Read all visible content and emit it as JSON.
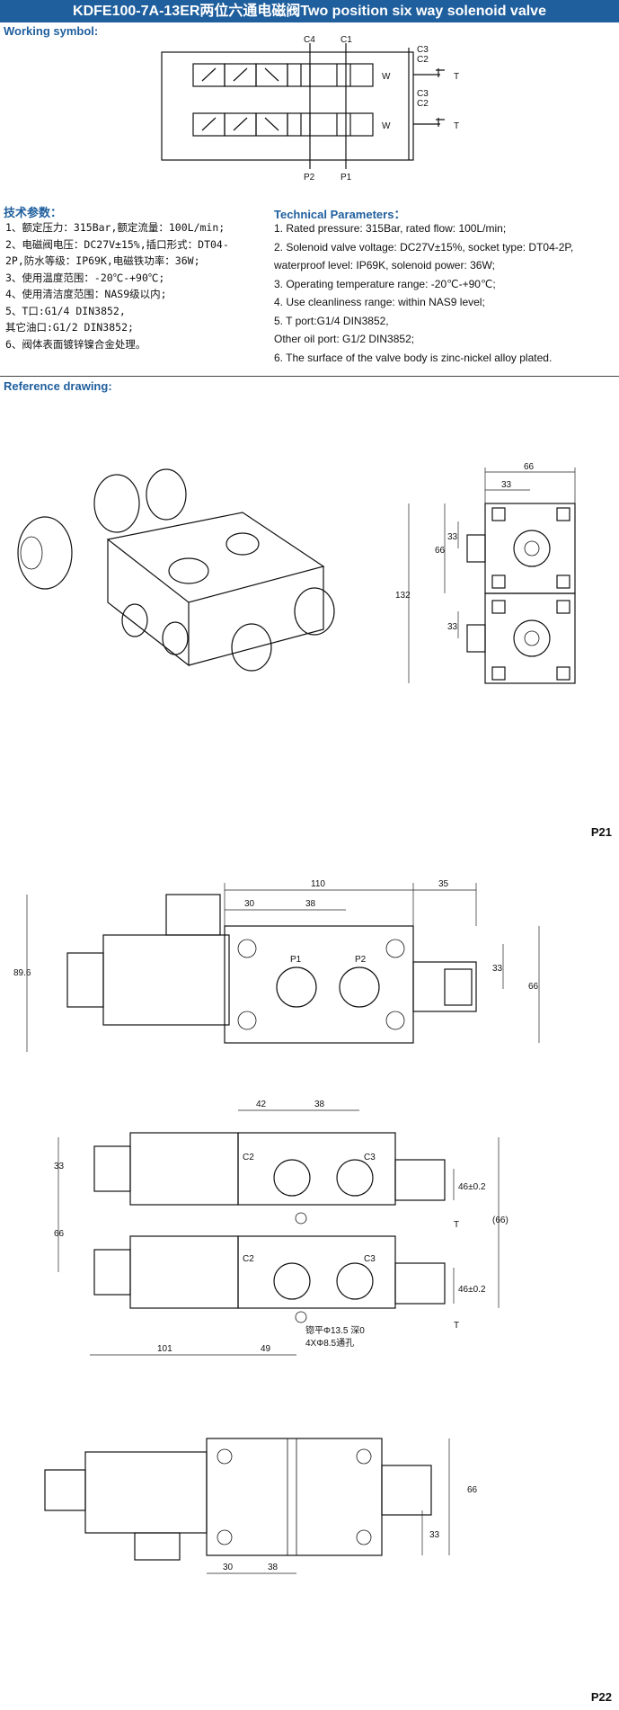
{
  "title": "KDFE100-7A-13ER两位六通电磁阀Two position six way solenoid valve",
  "working_symbol_label": "Working symbol:",
  "symbol_ports": {
    "c4": "C4",
    "c1": "C1",
    "c3a": "C3",
    "c2a": "C2",
    "c3b": "C3",
    "c2b": "C2",
    "p2": "P2",
    "p1": "P1",
    "t1": "T",
    "t2": "T",
    "w1": "W",
    "w2": "W"
  },
  "cn_params": {
    "heading": "技术参数：",
    "lines": [
      "1、额定压力：315Bar,额定流量：100L/min;",
      "2、电磁阀电压：DC27V±15%,插口形式：DT04-",
      "2P,防水等级：IP69K,电磁铁功率：36W;",
      "3、使用温度范围：-20℃-+90℃;",
      "4、使用清洁度范围：NAS9级以内;",
      "5、T口:G1/4 DIN3852,",
      "其它油口:G1/2 DIN3852;",
      "6、阀体表面镀锌镍合金处理。"
    ]
  },
  "en_params": {
    "heading": "Technical Parameters：",
    "lines": [
      "1. Rated pressure: 315Bar, rated flow: 100L/min;",
      "2. Solenoid valve voltage: DC27V±15%, socket type: DT04-2P,",
      "waterproof level: IP69K, solenoid power: 36W;",
      "3. Operating temperature range: -20℃-+90℃;",
      "4. Use cleanliness range: within NAS9 level;",
      "5. T port:G1/4 DIN3852,",
      "Other oil port: G1/2 DIN3852;",
      "6. The surface of the valve body is zinc-nickel alloy plated."
    ]
  },
  "reference_label": "Reference drawing:",
  "drawing1": {
    "d66": "66",
    "d33a": "33",
    "d33b": "33",
    "d66b": "66",
    "d33c": "33",
    "d132": "132"
  },
  "page1": "P21",
  "drawing2": {
    "d110": "110",
    "d35": "35",
    "d30": "30",
    "d38": "38",
    "d896": "89.6",
    "d33": "33",
    "d66": "66",
    "p1": "P1",
    "p2": "P2"
  },
  "drawing3": {
    "d42": "42",
    "d38": "38",
    "d33": "33",
    "d66": "66",
    "d66r": "(66)",
    "d46a": "46±0.2",
    "d46b": "46±0.2",
    "d101": "101",
    "d49": "49",
    "c2a": "C2",
    "c3a": "C3",
    "c2b": "C2",
    "c3b": "C3",
    "ta": "T",
    "tb": "T",
    "note1": "锪平Φ13.5 深0",
    "note2": "4XΦ8.5通孔"
  },
  "drawing4": {
    "d66": "66",
    "d33": "33",
    "d30": "30",
    "d38": "38"
  },
  "page2": "P22"
}
